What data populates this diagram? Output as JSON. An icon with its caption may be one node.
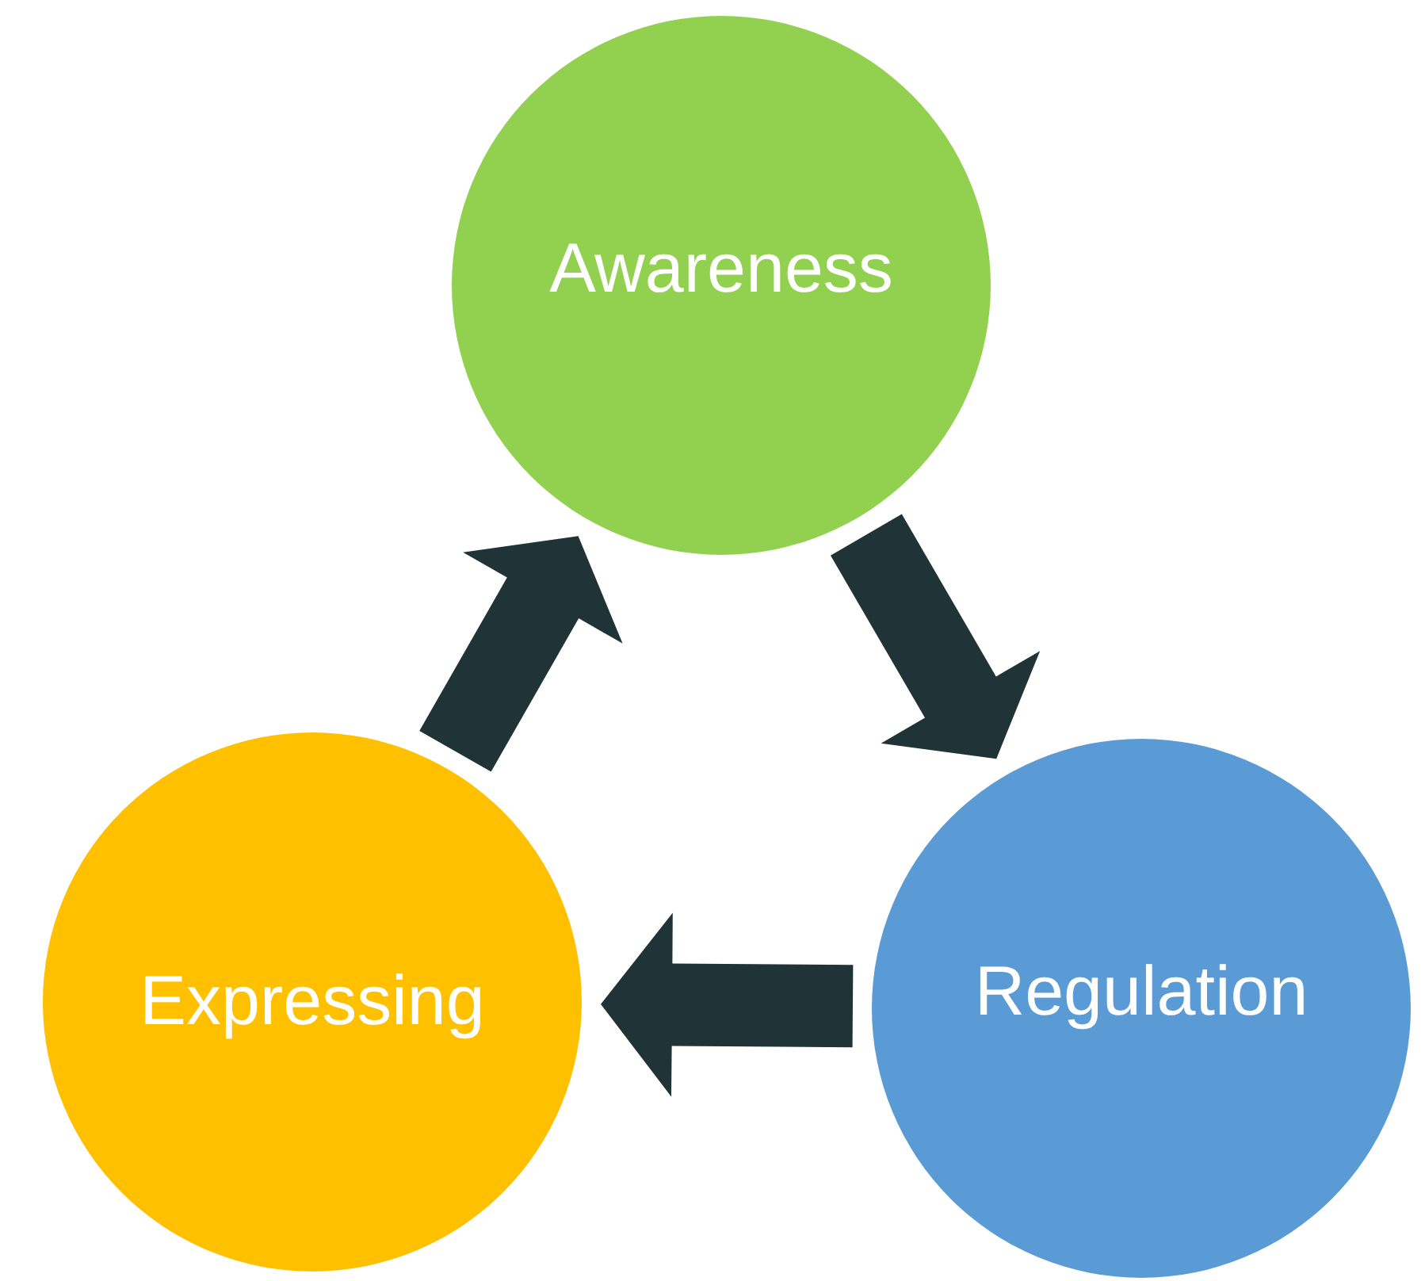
{
  "diagram": {
    "nodes": [
      {
        "text": [
          "Awareness"
        ]
      },
      {
        "text": [
          "Regulation"
        ]
      },
      {
        "text": [
          "Expressing"
        ]
      }
    ],
    "edges": [
      {
        "from": 0,
        "to": 1,
        "arrow": "to"
      },
      {
        "from": 1,
        "to": 2,
        "arrow": "to"
      },
      {
        "from": 2,
        "to": 0,
        "arrow": "to"
      }
    ]
  }
}
